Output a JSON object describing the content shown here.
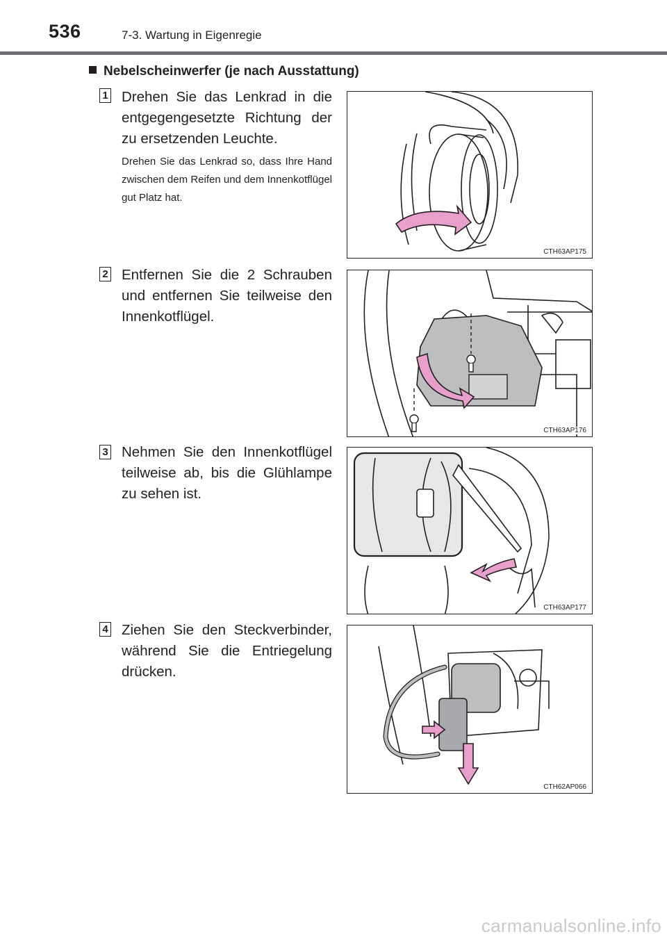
{
  "header": {
    "page_number": "536",
    "section": "7-3. Wartung in Eigenregie"
  },
  "heading": "Nebelscheinwerfer (je nach Ausstattung)",
  "steps": [
    {
      "number": "1",
      "text": "Drehen Sie das Lenkrad in die entgegengesetzte Richtung der zu ersetzenden Leuchte.",
      "note": "Drehen Sie das Lenkrad so, dass Ihre Hand zwischen dem Reifen und dem Innenkotflügel gut Platz hat.",
      "figure_code": "CTH63AP175"
    },
    {
      "number": "2",
      "text": "Entfernen Sie die 2 Schrauben und entfernen Sie teilweise den Innenkotflügel.",
      "figure_code": "CTH63AP176"
    },
    {
      "number": "3",
      "text": "Nehmen Sie den Innenkotflügel teilweise ab, bis die Glühlampe zu sehen ist.",
      "figure_code": "CTH63AP177"
    },
    {
      "number": "4",
      "text": "Ziehen Sie den Steckverbinder, während Sie die Entriegelung drücken.",
      "figure_code": "CTH62AP066"
    }
  ],
  "watermark": "carmanualsonline.info",
  "colors": {
    "arrow": "#e89fcc",
    "rule": "#6d6e71",
    "text": "#231f20"
  }
}
